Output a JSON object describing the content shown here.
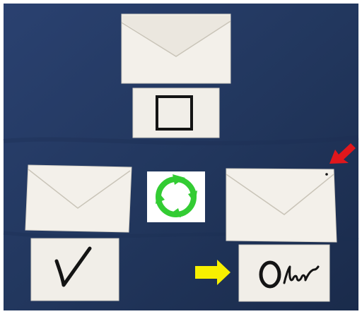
{
  "scene": {
    "background_color": "#22375e",
    "envelope_color": "#f3f0ea",
    "card_color": "#f1eee8",
    "ink_color": "#141414",
    "cycle_color": "#33cc33",
    "red_arrow_color": "#e0171c",
    "yellow_arrow_color": "#f7f000",
    "items": [
      {
        "envelope": "top-envelope",
        "card": "square-symbol-card",
        "symbol": "square"
      },
      {
        "envelope": "left-envelope",
        "card": "check-symbol-card",
        "symbol": "check-mark"
      },
      {
        "envelope": "right-envelope",
        "card": "circle-symbol-card",
        "symbol": "circle-with-scribble"
      }
    ],
    "cycle_icon": "rotate-cycle-icon",
    "markers": [
      "red-arrow-icon",
      "yellow-arrow-icon"
    ]
  }
}
